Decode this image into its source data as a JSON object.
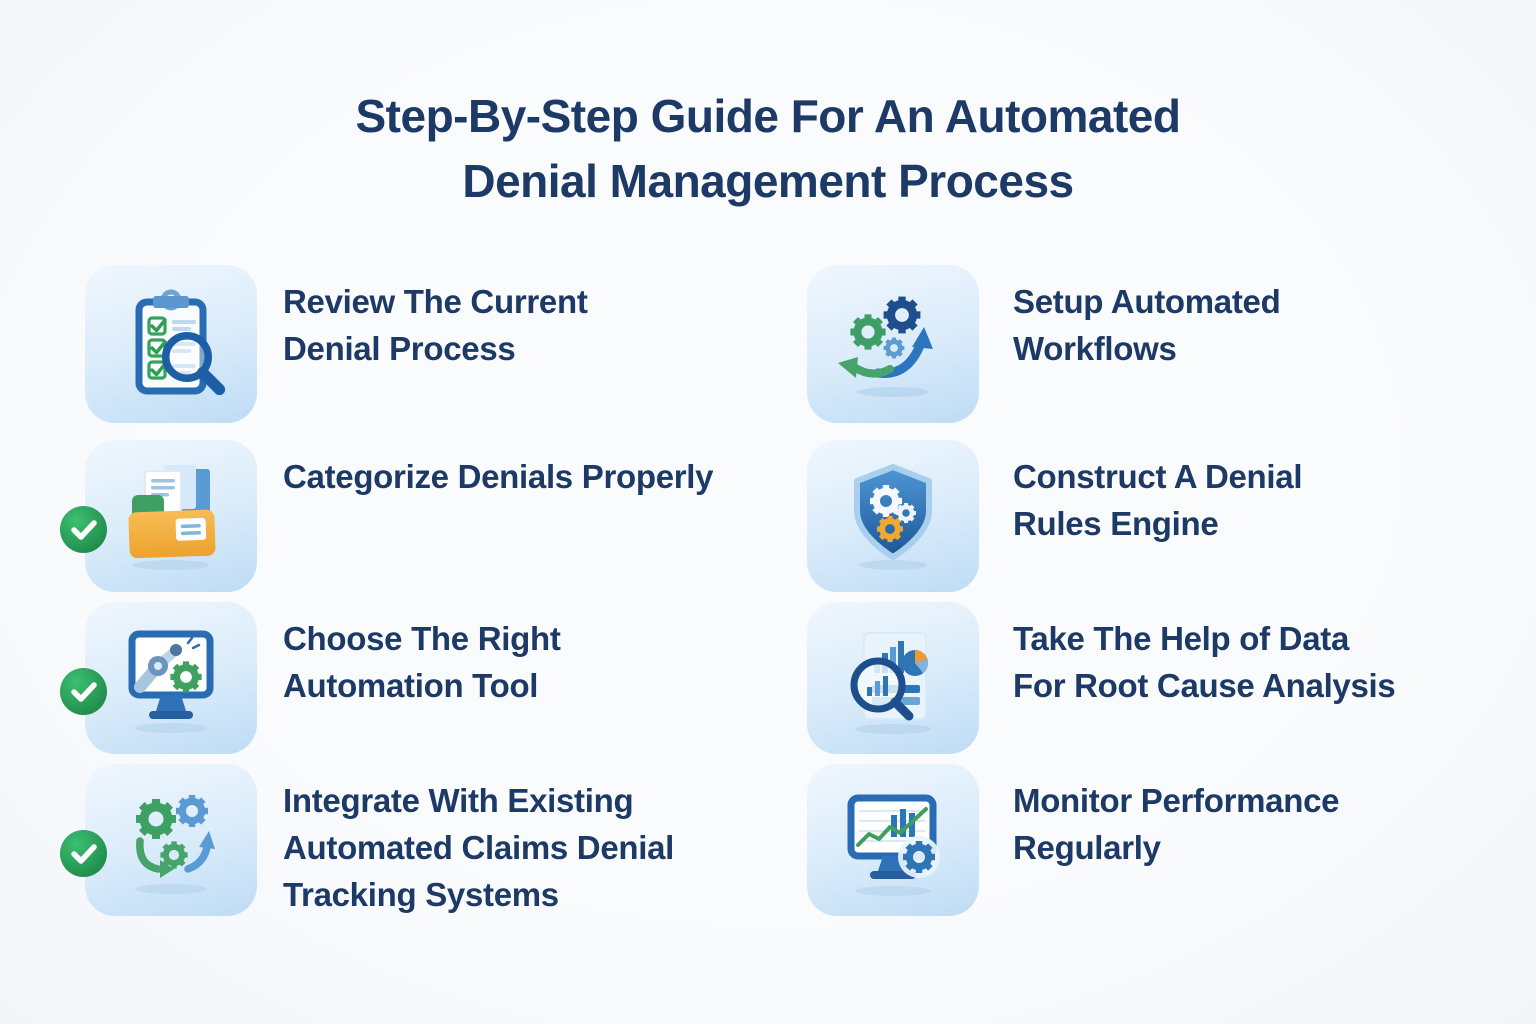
{
  "title": {
    "line1": "Step-By-Step Guide For An Automated",
    "line2": "Denial Management Process"
  },
  "colors": {
    "text_navy": "#1d3a66",
    "check_green": "#2a9d55",
    "tile_blue_light": "#eef6fd",
    "tile_blue_deep": "#bedcf5",
    "accent_blue": "#2a6cb3",
    "accent_green": "#3fa065",
    "accent_orange": "#f0a93c",
    "background": "#f7f8fb"
  },
  "steps": [
    {
      "icon": "clipboard-checklist-magnifier",
      "completed": false,
      "label_lines": [
        "Review The Current",
        "Denial Process"
      ]
    },
    {
      "icon": "folder-documents",
      "completed": true,
      "label_lines": [
        "Categorize Denials Properly"
      ]
    },
    {
      "icon": "monitor-robot-arm-gear",
      "completed": true,
      "label_lines": [
        "Choose The Right",
        "Automation Tool"
      ]
    },
    {
      "icon": "integration-gears-arrows",
      "completed": true,
      "label_lines": [
        "Integrate With Existing",
        "Automated Claims Denial",
        "Tracking Systems"
      ]
    },
    {
      "icon": "workflow-gears-arrows",
      "completed": false,
      "label_lines": [
        "Setup Automated",
        "Workflows"
      ]
    },
    {
      "icon": "shield-gears",
      "completed": false,
      "label_lines": [
        "Construct A Denial",
        "Rules Engine"
      ]
    },
    {
      "icon": "document-charts-magnifier",
      "completed": false,
      "label_lines": [
        "Take The Help of Data",
        "For Root Cause Analysis"
      ]
    },
    {
      "icon": "monitor-line-chart-gear",
      "completed": false,
      "label_lines": [
        "Monitor Performance",
        "Regularly"
      ]
    }
  ]
}
